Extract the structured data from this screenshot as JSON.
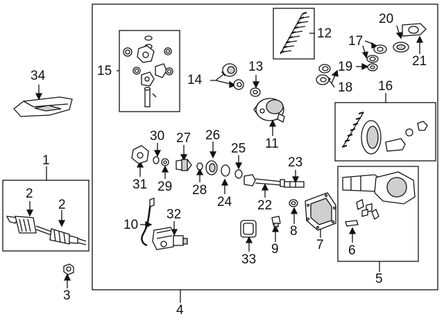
{
  "diagram": {
    "callouts": {
      "c1": "1",
      "c2a": "2",
      "c2b": "2",
      "c3": "3",
      "c4": "4",
      "c5": "5",
      "c6": "6",
      "c7": "7",
      "c8": "8",
      "c9": "9",
      "c10": "10",
      "c11": "11",
      "c12": "12",
      "c13": "13",
      "c14": "14",
      "c15": "15",
      "c16": "16",
      "c17": "17",
      "c18": "18",
      "c19": "19",
      "c20": "20",
      "c21": "21",
      "c22": "22",
      "c23": "23",
      "c24": "24",
      "c25": "25",
      "c26": "26",
      "c27": "27",
      "c28": "28",
      "c29": "29",
      "c30": "30",
      "c31": "31",
      "c32": "32",
      "c33": "33",
      "c34": "34"
    },
    "colors": {
      "line": "#111111",
      "fill": "#ffffff",
      "shade": "#cfcfcf"
    }
  }
}
